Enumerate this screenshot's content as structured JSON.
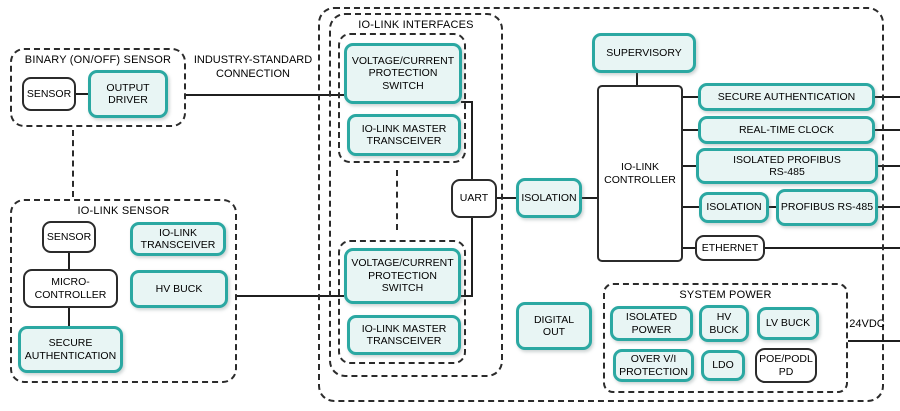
{
  "colors": {
    "teal_border": "#2ba8a2",
    "teal_fill": "#e8f5f4",
    "line": "#1f1f1f",
    "background": "#ffffff"
  },
  "binary_sensor": {
    "title": "BINARY (ON/OFF) SENSOR",
    "sensor": "SENSOR",
    "output_driver": "OUTPUT DRIVER"
  },
  "connection": {
    "label": "INDUSTRY-STANDARD CONNECTION"
  },
  "iolink_sensor": {
    "title": "IO-LINK SENSOR",
    "sensor": "SENSOR",
    "transceiver": "IO-LINK TRANSCEIVER",
    "microcontroller": "MICRO-CONTROLLER",
    "hv_buck": "HV BUCK",
    "secure_auth": "SECURE AUTHENTICATION"
  },
  "interfaces": {
    "title": "IO-LINK INTERFACES",
    "group_a": {
      "protection_switch": "VOLTAGE/CURRENT PROTECTION SWITCH",
      "master_transceiver": "IO-LINK MASTER TRANSCEIVER"
    },
    "group_b": {
      "protection_switch": "VOLTAGE/CURRENT PROTECTION SWITCH",
      "master_transceiver": "IO-LINK MASTER TRANSCEIVER"
    }
  },
  "core": {
    "uart": "UART",
    "isolation": "ISOLATION",
    "controller": "IO-LINK CONTROLLER",
    "supervisory": "SUPERVISORY",
    "digital_out": "DIGITAL OUT"
  },
  "peripherals": {
    "secure_auth": "SECURE AUTHENTICATION",
    "rtc": "REAL-TIME CLOCK",
    "isolated_profibus": "ISOLATED PROFIBUS RS-485",
    "isolation": "ISOLATION",
    "profibus": "PROFIBUS RS-485",
    "ethernet": "ETHERNET"
  },
  "system_power": {
    "title": "SYSTEM POWER",
    "isolated_power": "ISOLATED POWER",
    "hv_buck": "HV BUCK",
    "lv_buck": "LV BUCK",
    "over_vi": "OVER V/I PROTECTION",
    "ldo": "LDO",
    "poe": "POE/PODL PD"
  },
  "power_input": {
    "label": "24VDC"
  }
}
